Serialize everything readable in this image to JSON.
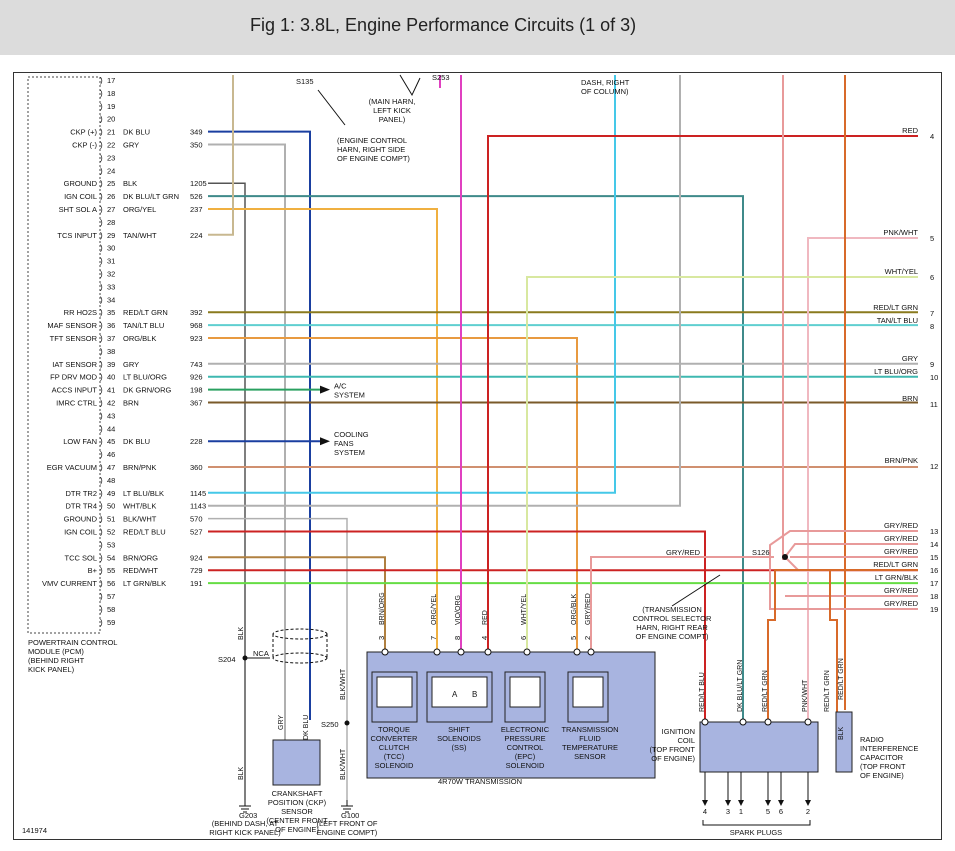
{
  "title": "Fig 1: 3.8L, Engine Performance Circuits (1 of 3)",
  "figure_id": "141974",
  "pin_numbers_top": [
    "17",
    "18",
    "19",
    "20"
  ],
  "pcm_pins": [
    {
      "num": "21",
      "label": "CKP (+)",
      "color": "DK BLU",
      "circuit": "349"
    },
    {
      "num": "22",
      "label": "CKP (-)",
      "color": "GRY",
      "circuit": "350"
    },
    {
      "num": "23",
      "label": "",
      "color": "",
      "circuit": ""
    },
    {
      "num": "24",
      "label": "",
      "color": "",
      "circuit": ""
    },
    {
      "num": "25",
      "label": "GROUND",
      "color": "BLK",
      "circuit": "1205"
    },
    {
      "num": "26",
      "label": "IGN COIL",
      "color": "DK BLU/LT GRN",
      "circuit": "526"
    },
    {
      "num": "27",
      "label": "SHT SOL A",
      "color": "ORG/YEL",
      "circuit": "237"
    },
    {
      "num": "28",
      "label": "",
      "color": "",
      "circuit": ""
    },
    {
      "num": "29",
      "label": "TCS INPUT",
      "color": "TAN/WHT",
      "circuit": "224"
    },
    {
      "num": "30",
      "label": "",
      "color": "",
      "circuit": ""
    },
    {
      "num": "31",
      "label": "",
      "color": "",
      "circuit": ""
    },
    {
      "num": "32",
      "label": "",
      "color": "",
      "circuit": ""
    },
    {
      "num": "33",
      "label": "",
      "color": "",
      "circuit": ""
    },
    {
      "num": "34",
      "label": "",
      "color": "",
      "circuit": ""
    },
    {
      "num": "35",
      "label": "RR HO2S",
      "color": "RED/LT GRN",
      "circuit": "392"
    },
    {
      "num": "36",
      "label": "MAF SENSOR",
      "color": "TAN/LT BLU",
      "circuit": "968"
    },
    {
      "num": "37",
      "label": "TFT SENSOR",
      "color": "ORG/BLK",
      "circuit": "923"
    },
    {
      "num": "38",
      "label": "",
      "color": "",
      "circuit": ""
    },
    {
      "num": "39",
      "label": "IAT SENSOR",
      "color": "GRY",
      "circuit": "743"
    },
    {
      "num": "40",
      "label": "FP DRV MOD",
      "color": "LT BLU/ORG",
      "circuit": "926"
    },
    {
      "num": "41",
      "label": "ACCS INPUT",
      "color": "DK GRN/ORG",
      "circuit": "198"
    },
    {
      "num": "42",
      "label": "IMRC CTRL",
      "color": "BRN",
      "circuit": "367"
    },
    {
      "num": "43",
      "label": "",
      "color": "",
      "circuit": ""
    },
    {
      "num": "44",
      "label": "",
      "color": "",
      "circuit": ""
    },
    {
      "num": "45",
      "label": "LOW FAN",
      "color": "DK BLU",
      "circuit": "228"
    },
    {
      "num": "46",
      "label": "",
      "color": "",
      "circuit": ""
    },
    {
      "num": "47",
      "label": "EGR VACUUM",
      "color": "BRN/PNK",
      "circuit": "360"
    },
    {
      "num": "48",
      "label": "",
      "color": "",
      "circuit": ""
    },
    {
      "num": "49",
      "label": "DTR TR2",
      "color": "LT BLU/BLK",
      "circuit": "1145"
    },
    {
      "num": "50",
      "label": "DTR TR4",
      "color": "WHT/BLK",
      "circuit": "1143"
    },
    {
      "num": "51",
      "label": "GROUND",
      "color": "BLK/WHT",
      "circuit": "570"
    },
    {
      "num": "52",
      "label": "IGN COIL",
      "color": "RED/LT BLU",
      "circuit": "527"
    },
    {
      "num": "53",
      "label": "",
      "color": "",
      "circuit": ""
    },
    {
      "num": "54",
      "label": "TCC SOL",
      "color": "BRN/ORG",
      "circuit": "924"
    },
    {
      "num": "55",
      "label": "B+",
      "color": "RED/WHT",
      "circuit": "729"
    },
    {
      "num": "56",
      "label": "VMV CURRENT",
      "color": "LT GRN/BLK",
      "circuit": "191"
    },
    {
      "num": "57",
      "label": "",
      "color": "",
      "circuit": ""
    },
    {
      "num": "58",
      "label": "",
      "color": "",
      "circuit": ""
    },
    {
      "num": "59",
      "label": "",
      "color": "",
      "circuit": ""
    }
  ],
  "right_connector": [
    {
      "num": "4",
      "color": "RED"
    },
    {
      "num": "5",
      "color": "PNK/WHT"
    },
    {
      "num": "6",
      "color": "WHT/YEL"
    },
    {
      "num": "7",
      "color": "RED/LT GRN"
    },
    {
      "num": "8",
      "color": "TAN/LT BLU"
    },
    {
      "num": "9",
      "color": "GRY"
    },
    {
      "num": "10",
      "color": "LT BLU/ORG"
    },
    {
      "num": "11",
      "color": "BRN"
    },
    {
      "num": "12",
      "color": "BRN/PNK"
    },
    {
      "num": "13",
      "color": "GRY/RED"
    },
    {
      "num": "14",
      "color": "GRY/RED"
    },
    {
      "num": "15",
      "color": "GRY/RED"
    },
    {
      "num": "16",
      "color": "RED/LT GRN"
    },
    {
      "num": "17",
      "color": "LT GRN/BLK"
    },
    {
      "num": "18",
      "color": "GRY/RED"
    },
    {
      "num": "19",
      "color": "GRY/RED"
    }
  ],
  "wire_colors": {
    "dk_blu": "#1a3fa0",
    "gry": "#b0b0b0",
    "blk": "#555555",
    "teal": "#3f8a8a",
    "org_yel": "#f0b040",
    "tan_wht": "#c8b890",
    "red_lt_grn": "#8a7a1e",
    "tan_lt_blu": "#5fcfd0",
    "org_blk": "#e89a40",
    "lt_blu_org": "#3fb8b0",
    "dk_grn_org": "#2aa060",
    "brn": "#7a5a2a",
    "brn_pnk": "#d09070",
    "lt_blu_blk": "#45c8e8",
    "red": "#cc2222",
    "brn_org": "#b08040",
    "lt_grn_blk": "#66dd44",
    "pnk": "#f0b8c0",
    "wht_yel": "#d8e8a0",
    "magenta": "#e040c0",
    "gry_red": "#e89a9a",
    "orange_red": "#d86a2a"
  },
  "labels": {
    "s135": "S135",
    "s253": "S253",
    "main_harn": [
      "(MAIN HARN,",
      "LEFT KICK",
      "PANEL)"
    ],
    "engine_control": [
      "(ENGINE CONTROL",
      "HARN, RIGHT SIDE",
      "OF ENGINE COMPT)"
    ],
    "dash_right": [
      "DASH, RIGHT",
      "OF COLUMN)"
    ],
    "ac_system": [
      "A/C",
      "SYSTEM"
    ],
    "cooling_fans": [
      "COOLING",
      "FANS",
      "SYSTEM"
    ],
    "pcm": [
      "POWERTRAIN CONTROL",
      "MODULE (PCM)",
      "(BEHIND RIGHT",
      "KICK PANEL)"
    ],
    "s204": "S204",
    "nca": "NCA",
    "s250": "S250",
    "blk": "BLK",
    "blk_wht": "BLK/WHT",
    "gry": "GRY",
    "dk_blu": "DK BLU",
    "g203": "G203",
    "g203_desc": [
      "(BEHIND DASH, AT",
      "RIGHT KICK PANEL)"
    ],
    "g100": "G100",
    "g100_desc": [
      "(LEFT FRONT OF",
      "ENGINE COMPT)"
    ],
    "ckp_sensor": [
      "CRANKSHAFT",
      "POSITION (CKP)",
      "SENSOR",
      "(CENTER FRONT",
      "OF ENGINE)"
    ],
    "trans_wires": [
      {
        "pin": "3",
        "color": "BRN/ORG"
      },
      {
        "pin": "7",
        "color": "ORG/YEL"
      },
      {
        "pin": "8",
        "color": "VIO/ORG"
      },
      {
        "pin": "4",
        "color": "RED"
      },
      {
        "pin": "6",
        "color": "WHT/YEL"
      },
      {
        "pin": "5",
        "color": "ORG/BLK"
      },
      {
        "pin": "2",
        "color": "GRY/RED"
      }
    ],
    "tcc": [
      "TORQUE",
      "CONVERTER",
      "CLUTCH",
      "(TCC)",
      "SOLENOID"
    ],
    "ss": [
      "SHIFT",
      "SOLENOIDS",
      "(SS)"
    ],
    "epc": [
      "ELECTRONIC",
      "PRESSURE",
      "CONTROL",
      "(EPC)",
      "SOLENOID"
    ],
    "tft": [
      "TRANSMISSION",
      "FLUID",
      "TEMPERATURE",
      "SENSOR"
    ],
    "trans_name": "4R70W TRANSMISSION",
    "ss_a": "A",
    "ss_b": "B",
    "selector": [
      "(TRANSMISSION",
      "CONTROL SELECTOR",
      "HARN, RIGHT REAR",
      "OF ENGINE COMPT)"
    ],
    "s126": "S126",
    "gry_red": "GRY/RED",
    "coil_wires": [
      "RED/LT BLU",
      "DK BLU/LT GRN",
      "RED/LT GRN",
      "PNK/WHT"
    ],
    "cap_wires": [
      "RED/LT GRN",
      "RED/LT GRN",
      "BLK"
    ],
    "ign_coil": [
      "IGNITION",
      "COIL",
      "(TOP FRONT",
      "OF ENGINE)"
    ],
    "radio_cap": [
      "RADIO",
      "INTERFERENCE",
      "CAPACITOR",
      "(TOP FRONT",
      "OF ENGINE)"
    ],
    "spark_nums": [
      "4",
      "3",
      "1",
      "5",
      "6",
      "2"
    ],
    "spark_plugs": "SPARK PLUGS"
  }
}
